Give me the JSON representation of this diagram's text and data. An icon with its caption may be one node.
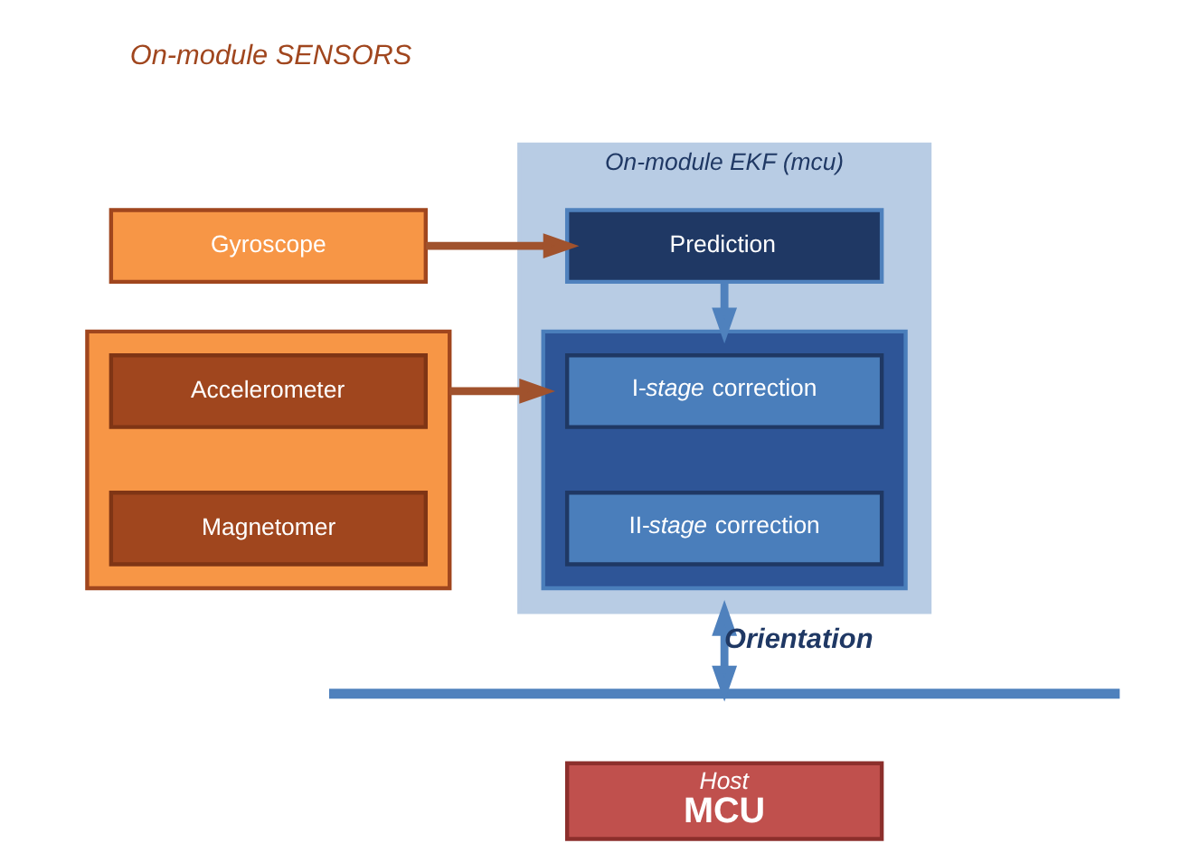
{
  "diagram": {
    "nodes": [
      {
        "text": [
          "On-module EKF (mcu)"
        ]
      },
      {
        "text": [
          "Prediction"
        ],
        "in": 0
      },
      {
        "text": [],
        "shape": "box",
        "in": 0
      },
      {
        "text": [
          "I-*stage* correction"
        ],
        "in": 2
      },
      {
        "text": [
          "II-*stage* correction"
        ],
        "in": 2
      },
      {
        "text": [
          "Gyroscope"
        ]
      },
      {
        "text": [],
        "shape": "box"
      },
      {
        "text": [
          "Accelerometer"
        ],
        "in": 6
      },
      {
        "text": [
          "Magnetomer"
        ],
        "in": 6
      },
      {
        "text": [],
        "shape": "bar"
      },
      {
        "text": [
          "Host",
          "MCU"
        ]
      }
    ],
    "edges": [
      {
        "from": 5,
        "to": 1,
        "arrow": "to",
        "color": "#a0522d"
      },
      {
        "from": 6,
        "to": 2,
        "arrow": "to",
        "color": "#a0522d"
      },
      {
        "from": 1,
        "to": 2,
        "arrow": "to",
        "color": "#4f81bd"
      },
      {
        "from": 0,
        "to": 9,
        "arrow": "both",
        "label": "Orientation",
        "color": "#4f81bd"
      }
    ],
    "labels": [
      "On-module SENSORS"
    ]
  }
}
